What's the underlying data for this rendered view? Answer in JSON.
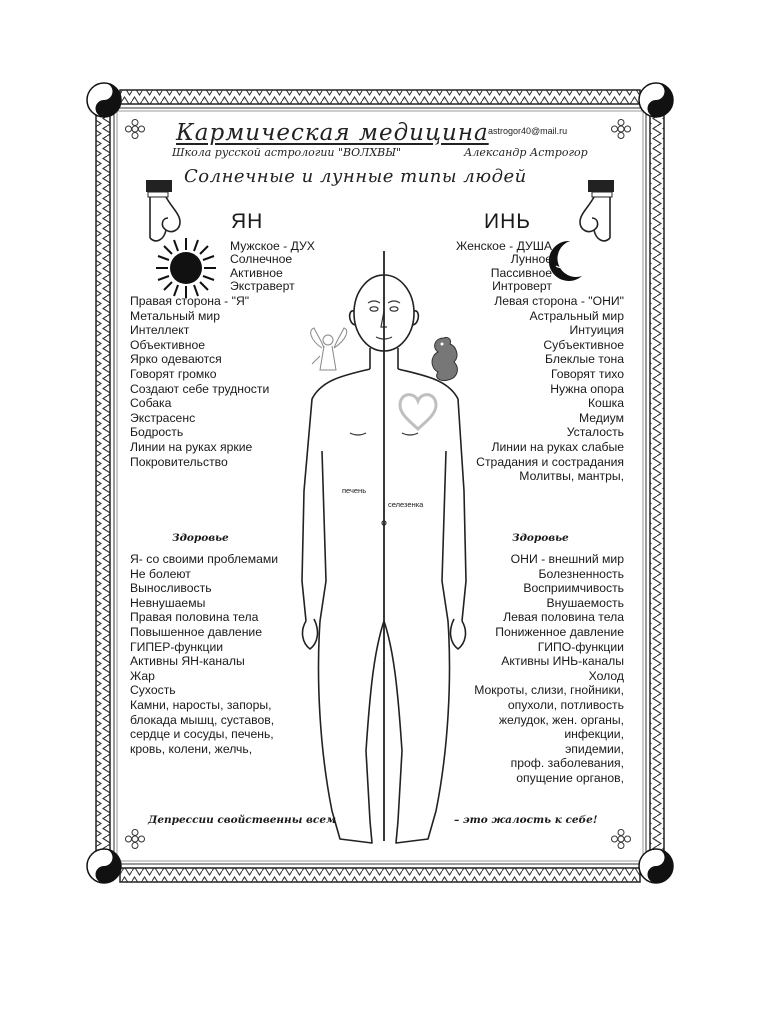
{
  "header": {
    "title": "Кармическая медицина",
    "email": "astrogor40@mail.ru",
    "school": "Школа русской астрологии \"ВОЛХВЫ\"",
    "author": "Александр Астрогор",
    "subtitle": "Солнечные и лунные типы людей"
  },
  "yang": {
    "heading": "ЯН",
    "traits": [
      "Мужское - ДУХ",
      "Солнечное",
      "Активное",
      "Экстраверт"
    ],
    "list": [
      "Правая сторона - \"Я\"",
      "Метальный мир",
      "Интеллект",
      "Объективное",
      "Ярко одеваются",
      "Говорят громко",
      "Создают себе трудности",
      "Собака",
      "Экстрасенс",
      "Бодрость",
      "Линии на руках яркие",
      "Покровительство"
    ],
    "health_heading": "Здоровье",
    "health": [
      "Я- со своими проблемами",
      "Не болеют",
      "Выносливость",
      "Невнушаемы",
      "Правая половина тела",
      "Повышенное давление",
      "ГИПЕР-функции",
      "Активны ЯН-каналы",
      "Жар",
      "Сухость",
      "Камни, наросты, запоры,",
      "блокада мышц, суставов,",
      "сердце и сосуды, печень,",
      "кровь, колени, желчь,"
    ]
  },
  "yin": {
    "heading": "ИНЬ",
    "traits": [
      "Женское - ДУША",
      "Лунное",
      "Пассивное",
      "Интроверт"
    ],
    "list": [
      "Левая сторона - \"ОНИ\"",
      "Астральный мир",
      "Интуиция",
      "Субъективное",
      "Блеклые тона",
      "Говорят тихо",
      "Нужна опора",
      "Кошка",
      "Медиум",
      "Усталость",
      "Линии на руках слабые",
      "Страдания и сострадания",
      "Молитвы, мантры,"
    ],
    "health_heading": "Здоровье",
    "health": [
      "ОНИ - внешний мир",
      "Болезненность",
      "Восприимчивость",
      "Внушаемость",
      "Левая половина тела",
      "Пониженное давление",
      "ГИПО-функции",
      "Активны ИНЬ-каналы",
      "Холод",
      "Мокроты, слизи, гнойники,",
      "опухоли, потливость",
      "желудок, жен. органы,",
      "инфекции,",
      "эпидемии,",
      "проф. заболевания,",
      "опущение органов,"
    ]
  },
  "organs": {
    "liver": "печень",
    "spleen": "селезенка"
  },
  "footer": {
    "left": "Депрессии свойственны всем",
    "right": "– это жалость к себе!"
  },
  "colors": {
    "ink": "#1a1a1a",
    "border": "#2a2a2a",
    "heart": "#bfbfbf",
    "paper": "#ffffff"
  }
}
